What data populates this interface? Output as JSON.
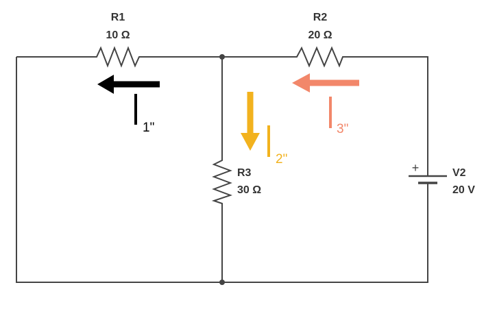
{
  "components": {
    "r1": {
      "name": "R1",
      "value": "10 Ω"
    },
    "r2": {
      "name": "R2",
      "value": "20 Ω"
    },
    "r3": {
      "name": "R3",
      "value": "30 Ω"
    },
    "v2": {
      "name": "V2",
      "value": "20 V",
      "polarity": "+"
    }
  },
  "currents": {
    "i1": {
      "label": "1\"",
      "color": "#000000"
    },
    "i2": {
      "label": "2\"",
      "color": "#f2b21e"
    },
    "i3": {
      "label": "3\"",
      "color": "#f2876a"
    }
  }
}
